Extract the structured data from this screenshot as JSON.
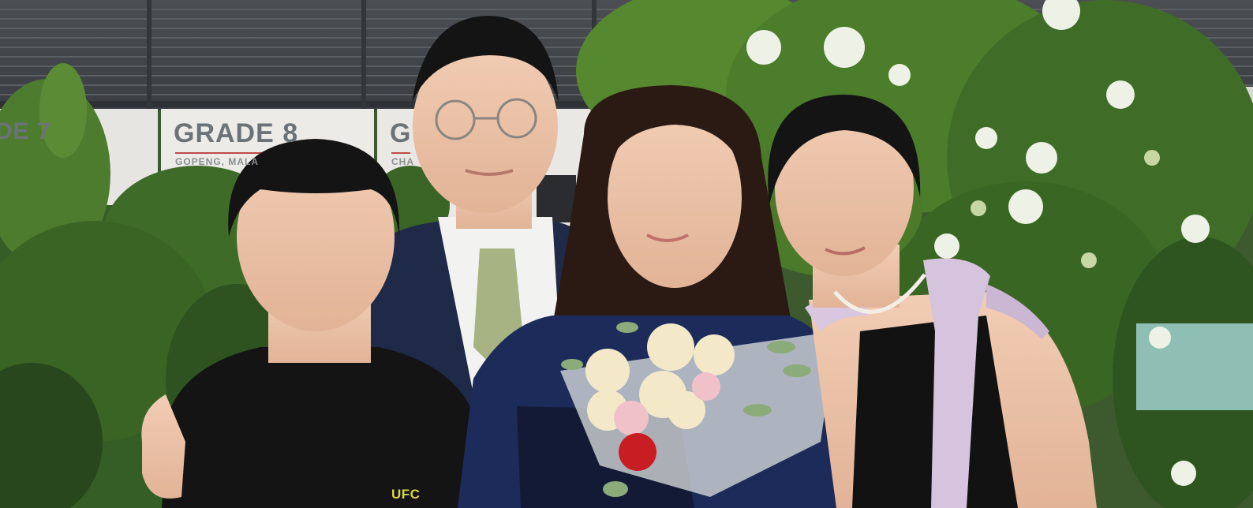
{
  "sign": {
    "left_text": "DE 7",
    "main_text": "GRADE 8",
    "main_sub": "GOPENG, MALA",
    "right_text": "G",
    "right_sub": "CHA"
  },
  "shirt_logo": "UFC",
  "colors": {
    "foliage": "#3f6b2c",
    "building": "#44484d",
    "sign_panel": "#e9e8e4",
    "gown": "#1d2b5a",
    "suit": "#1f2a48",
    "shirt": "#141414"
  }
}
